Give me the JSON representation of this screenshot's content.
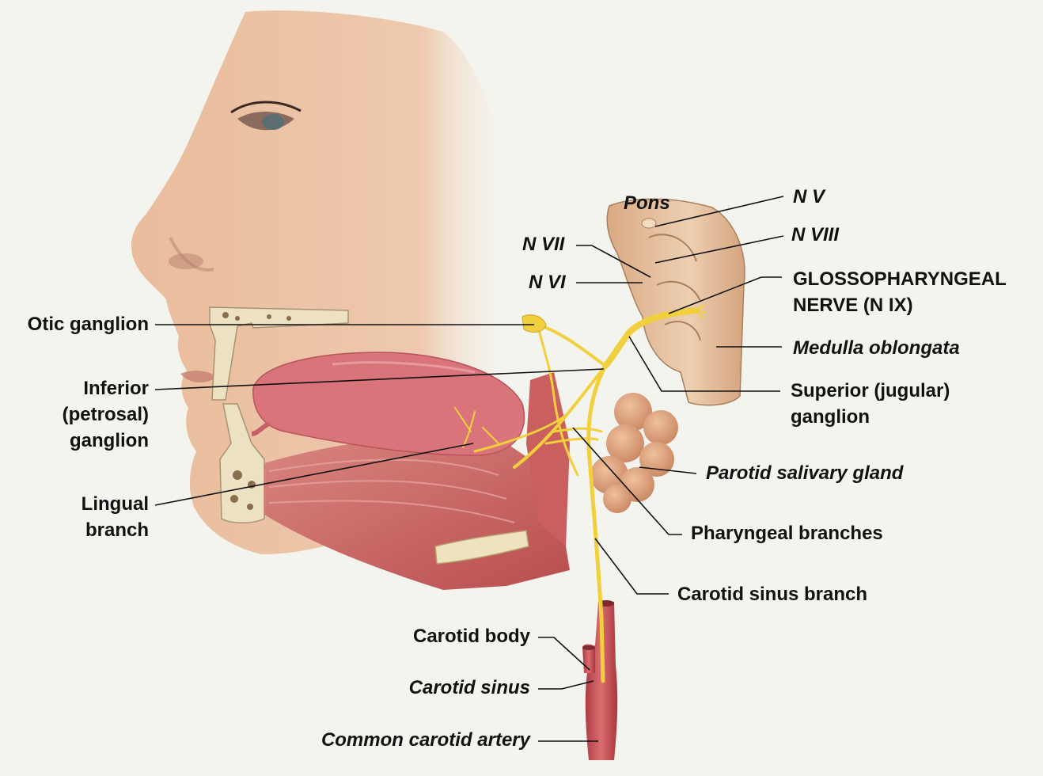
{
  "labels": {
    "otic_ganglion": "Otic ganglion",
    "inferior_ganglion": [
      "Inferior",
      "(petrosal)",
      "ganglion"
    ],
    "lingual_branch": [
      "Lingual",
      "branch"
    ],
    "pons": "Pons",
    "n_v": "N V",
    "n_vii": "N VII",
    "n_viii": "N VIII",
    "n_vi": "N VI",
    "glossopharyngeal": [
      "GLOSSOPHARYNGEAL",
      "NERVE (N IX)"
    ],
    "medulla": "Medulla oblongata",
    "superior_ganglion": [
      "Superior (jugular)",
      "ganglion"
    ],
    "parotid": "Parotid salivary gland",
    "pharyngeal": "Pharyngeal branches",
    "carotid_sinus_branch": "Carotid sinus branch",
    "carotid_body": "Carotid body",
    "carotid_sinus": "Carotid sinus",
    "common_carotid": "Common carotid artery"
  },
  "colors": {
    "background": "#f4f4ef",
    "skin": "#e8bf9f",
    "muscle": "#cf6b67",
    "tongue": "#d9747a",
    "nerve": "#f2cf3c",
    "bone": "#ece1c2",
    "gland": "#e2a882",
    "brainstem": "#e7c5a2",
    "artery": "#c9555a"
  }
}
